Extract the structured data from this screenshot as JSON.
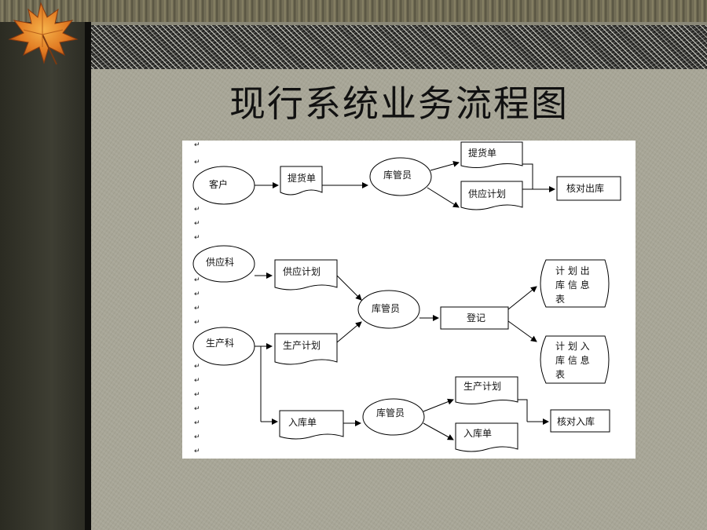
{
  "slide": {
    "title": "现行系统业务流程图"
  },
  "diagram": {
    "nodes": {
      "kehu": "客户",
      "tihuodan_1": "提货单",
      "kuguanyuan_1": "库管员",
      "tihuodan_2": "提货单",
      "gongyingjihua_1": "供应计划",
      "heduichuku": "核对出库",
      "gongyingke": "供应科",
      "gongyingjihua_2": "供应计划",
      "kuguanyuan_2": "库管员",
      "dengji": "登记",
      "chuku_biao": [
        "计 划 出",
        "库 信 息",
        "表"
      ],
      "ruku_biao": [
        "计 划 入",
        "库 信 息",
        "表"
      ],
      "shengchanke": "生产科",
      "shengchanjihua_1": "生产计划",
      "rukudan_1": "入库单",
      "kuguanyuan_3": "库管员",
      "shengchanjihua_2": "生产计划",
      "rukudan_2": "入库单",
      "heduiruku": "核对入库"
    },
    "return_mark": "↵"
  }
}
